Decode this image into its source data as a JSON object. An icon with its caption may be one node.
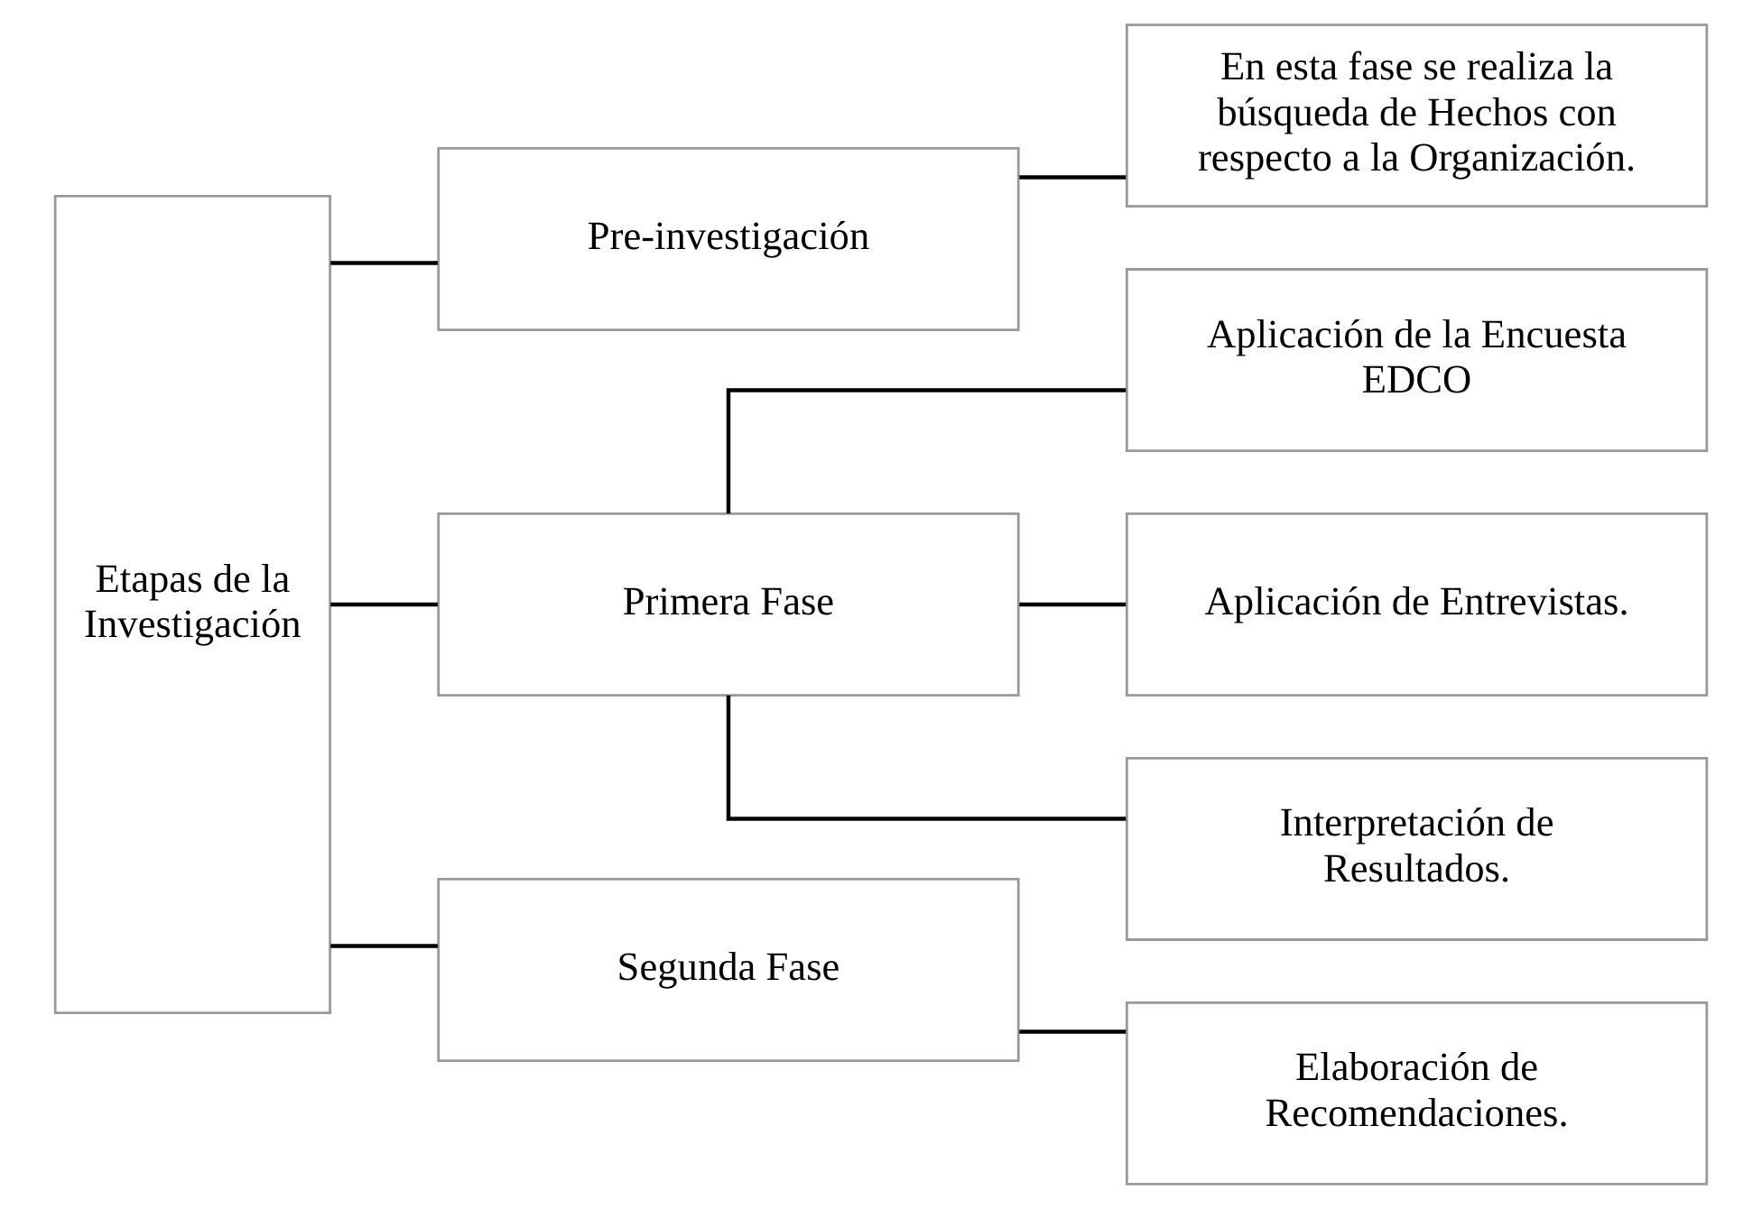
{
  "diagram": {
    "nodes": [
      {
        "text": [
          "Etapas de la Investigación"
        ]
      },
      {
        "text": [
          "Pre-investigación"
        ]
      },
      {
        "text": [
          "En esta fase se realiza la búsqueda de Hechos con respecto a la Organización."
        ]
      },
      {
        "text": [
          "Primera Fase"
        ]
      },
      {
        "text": [
          "Aplicación de la Encuesta EDCO"
        ]
      },
      {
        "text": [
          "Aplicación de Entrevistas."
        ]
      },
      {
        "text": [
          "Interpretación de Resultados."
        ]
      },
      {
        "text": [
          "Segunda Fase"
        ]
      },
      {
        "text": [
          "Elaboración de Recomendaciones."
        ]
      }
    ],
    "edges": [
      {
        "from": 0,
        "to": 1,
        "arrow": "none"
      },
      {
        "from": 0,
        "to": 3,
        "arrow": "none"
      },
      {
        "from": 0,
        "to": 7,
        "arrow": "none"
      },
      {
        "from": 1,
        "to": 2,
        "arrow": "none"
      },
      {
        "from": 3,
        "to": 4,
        "arrow": "none"
      },
      {
        "from": 3,
        "to": 5,
        "arrow": "none"
      },
      {
        "from": 3,
        "to": 6,
        "arrow": "none"
      },
      {
        "from": 7,
        "to": 8,
        "arrow": "none"
      }
    ]
  }
}
